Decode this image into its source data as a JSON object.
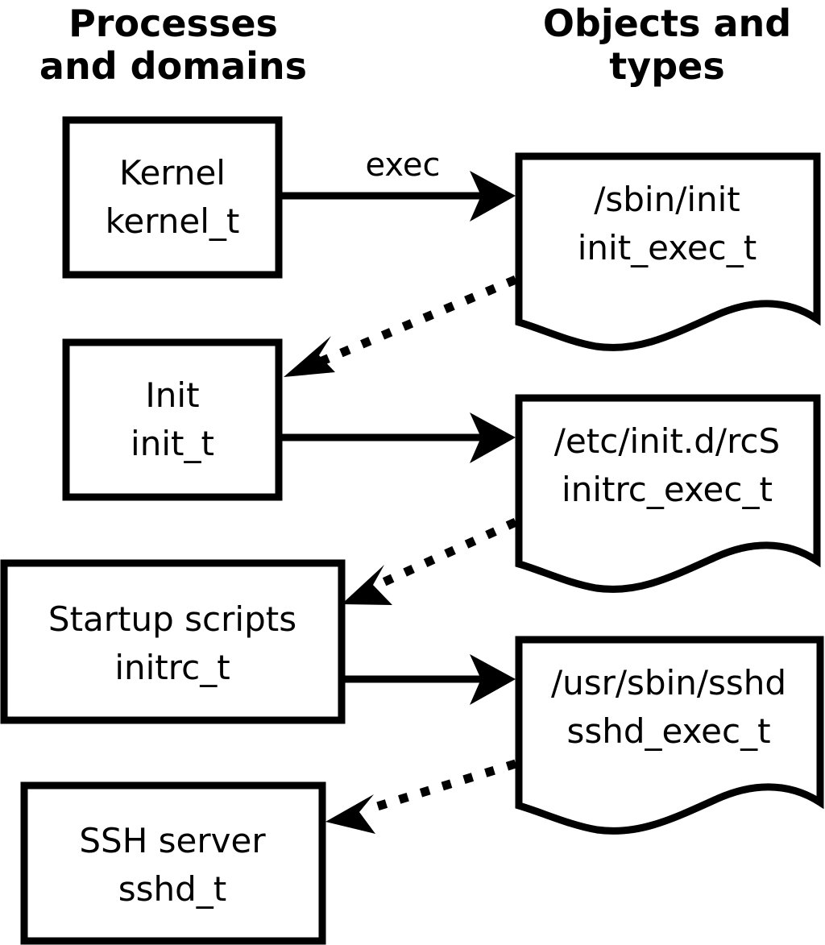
{
  "columns": [
    {
      "id": "processes",
      "title_line1": "Processes",
      "title_line2": "and domains"
    },
    {
      "id": "objects",
      "title_line1": "Objects and",
      "title_line2": "types"
    }
  ],
  "process_nodes": [
    {
      "id": "kernel",
      "name": "Kernel",
      "type": "kernel_t"
    },
    {
      "id": "init",
      "name": "Init",
      "type": "init_t"
    },
    {
      "id": "startup-scripts",
      "name": "Startup scripts",
      "type": "initrc_t"
    },
    {
      "id": "ssh-server",
      "name": "SSH server",
      "type": "sshd_t"
    }
  ],
  "object_nodes": [
    {
      "id": "sbin-init",
      "path": "/sbin/init",
      "type": "init_exec_t"
    },
    {
      "id": "etc-initd-rcs",
      "path": "/etc/init.d/rcS",
      "type": "initrc_exec_t"
    },
    {
      "id": "usr-sbin-sshd",
      "path": "/usr/sbin/sshd",
      "type": "sshd_exec_t"
    }
  ],
  "edges": [
    {
      "id": "kernel-exec-init",
      "from": "kernel",
      "to": "sbin-init",
      "label": "exec",
      "style": "solid"
    },
    {
      "id": "init-transition",
      "from": "sbin-init",
      "to": "init",
      "label": "",
      "style": "dotted"
    },
    {
      "id": "init-exec-rcs",
      "from": "init",
      "to": "etc-initd-rcs",
      "label": "",
      "style": "solid"
    },
    {
      "id": "initrc-transition",
      "from": "etc-initd-rcs",
      "to": "startup-scripts",
      "label": "",
      "style": "dotted"
    },
    {
      "id": "initrc-exec-sshd",
      "from": "startup-scripts",
      "to": "usr-sbin-sshd",
      "label": "",
      "style": "solid"
    },
    {
      "id": "sshd-transition",
      "from": "usr-sbin-sshd",
      "to": "ssh-server",
      "label": "",
      "style": "dotted"
    }
  ],
  "colors": {
    "background": "#ffffff",
    "stroke": "#000000",
    "text": "#000000"
  }
}
